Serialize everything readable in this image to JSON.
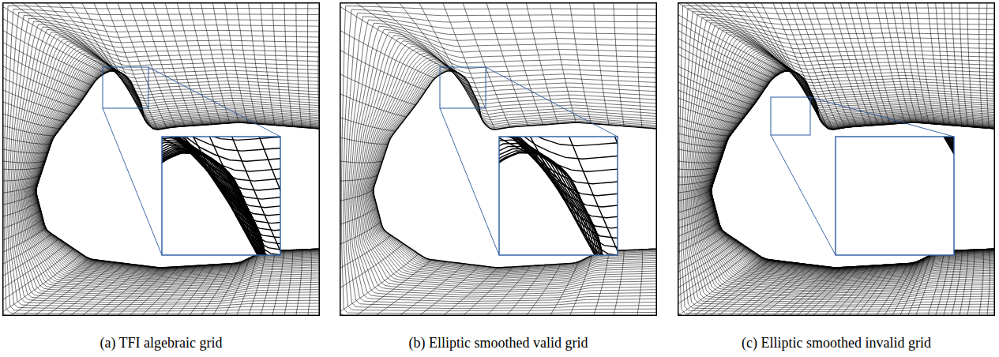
{
  "diagram": {
    "labels": [
      "(a) TFI algebraic grid",
      "(b) Elliptic smoothed valid grid",
      "(c) Elliptic smoothed invalid grid"
    ]
  }
}
